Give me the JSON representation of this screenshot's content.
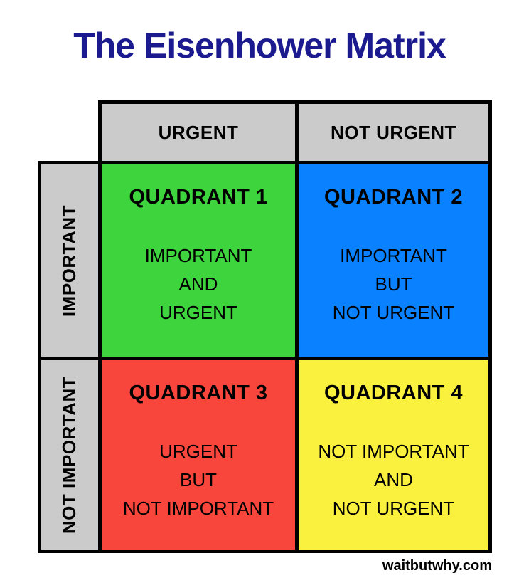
{
  "title": "The Eisenhower Matrix",
  "credit": "waitbutwhy.com",
  "colors": {
    "title": "#1b1b8f",
    "header_bg": "#cbcbcb",
    "border": "#000000",
    "page_bg": "#ffffff"
  },
  "matrix": {
    "column_headers": [
      {
        "label": "URGENT"
      },
      {
        "label": "NOT URGENT"
      }
    ],
    "row_headers": [
      {
        "label": "IMPORTANT"
      },
      {
        "label": "NOT IMPORTANT"
      }
    ],
    "quadrants": [
      {
        "heading": "QUADRANT 1",
        "description": "IMPORTANT\nAND\nURGENT",
        "color": "#3ed43e"
      },
      {
        "heading": "QUADRANT 2",
        "description": "IMPORTANT\nBUT\nNOT URGENT",
        "color": "#0a81ff"
      },
      {
        "heading": "QUADRANT 3",
        "description": "URGENT\nBUT\nNOT IMPORTANT",
        "color": "#f8463c"
      },
      {
        "heading": "QUADRANT 4",
        "description": "NOT IMPORTANT\nAND\nNOT URGENT",
        "color": "#faf03e"
      }
    ]
  }
}
